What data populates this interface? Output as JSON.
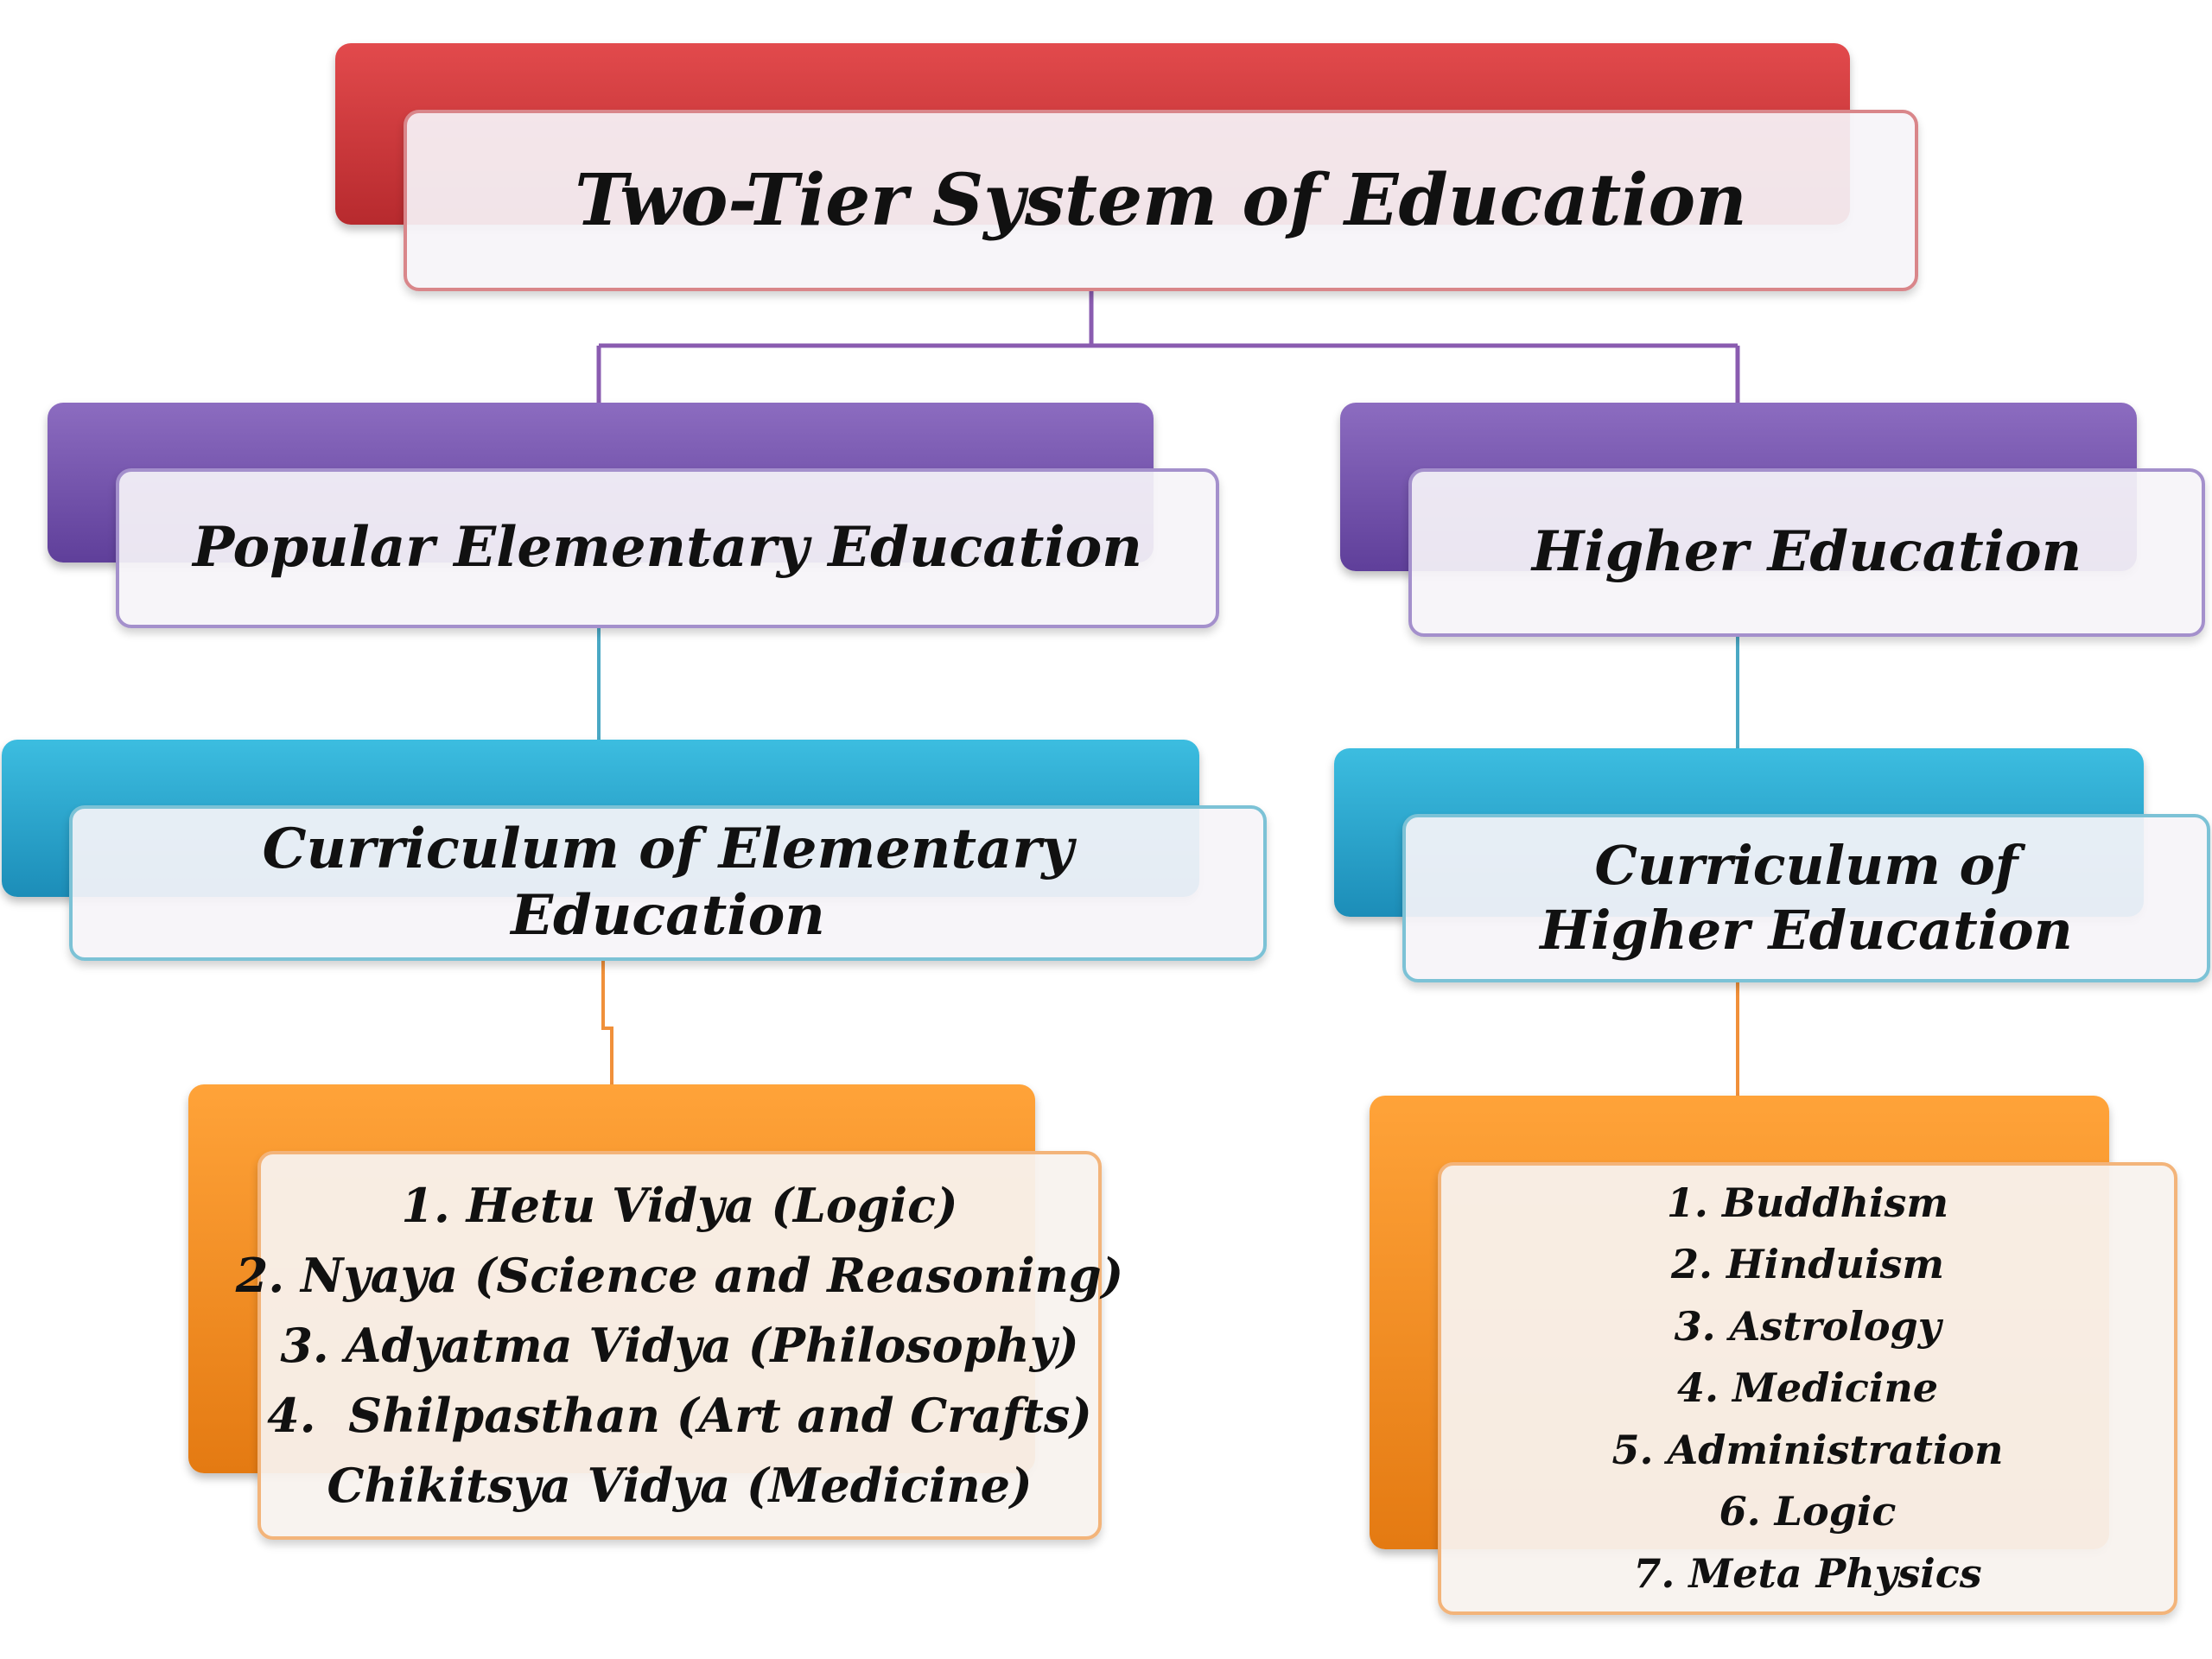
{
  "root": {
    "label": "Two-Tier System of Education"
  },
  "branches": {
    "left": {
      "label": "Popular Elementary Education",
      "curriculum": "Curriculum of Elementary Education",
      "subjects": [
        "1. Hetu Vidya (Logic)",
        "2. Nyaya (Science and Reasoning)",
        "3. Adyatma Vidya (Philosophy)",
        "4.  Shilpasthan (Art and Crafts)",
        "Chikitsya Vidya (Medicine)"
      ]
    },
    "right": {
      "label": "Higher Education",
      "curriculum": "Curriculum of Higher Education",
      "subjects": [
        "1. Buddhism",
        "2. Hinduism",
        "3. Astrology",
        "4. Medicine",
        "5. Administration",
        "6. Logic",
        "7. Meta Physics"
      ]
    }
  },
  "colors": {
    "root": "#c8363a",
    "level2": "#7a56b0",
    "level3": "#2aa6d0",
    "level4": "#f28c22",
    "connector_root": "#8a5cb0",
    "connector_level2": "#4aa8c4",
    "connector_level3": "#f0903a"
  }
}
